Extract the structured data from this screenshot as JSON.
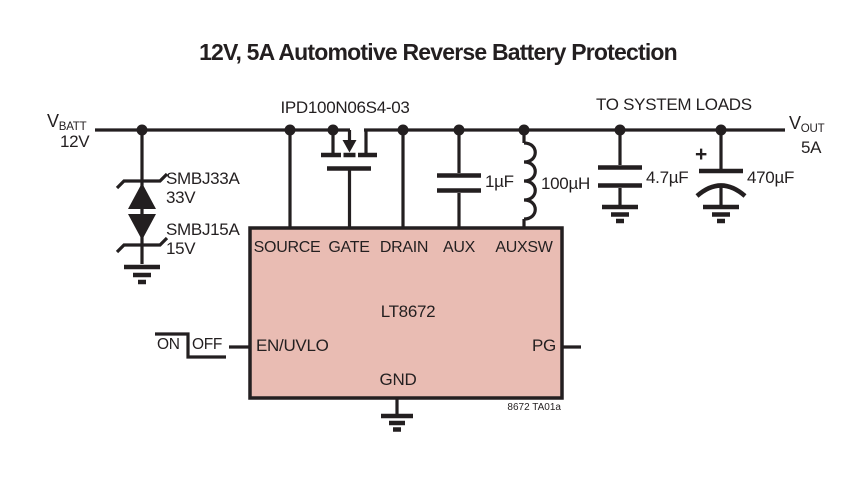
{
  "title": "12V, 5A Automotive Reverse Battery Protection",
  "colors": {
    "line": "#231f20",
    "ic_fill": "#e9bcb3"
  },
  "vbatt": {
    "symbol": "V",
    "sub": "BATT",
    "value": "12V"
  },
  "vout": {
    "symbol": "V",
    "sub": "OUT",
    "value": "5A"
  },
  "loads_label": "TO SYSTEM LOADS",
  "mosfet_part": "IPD100N06S4-03",
  "tvs1": {
    "part": "SMBJ33A",
    "voltage": "33V"
  },
  "tvs2": {
    "part": "SMBJ15A",
    "voltage": "15V"
  },
  "cap_aux": "1µF",
  "inductor": "100µH",
  "cap_out1": "4.7µF",
  "cap_out2": "470µF",
  "cap_out2_plus": "+",
  "ic": {
    "name": "LT8672",
    "top_pins": [
      "SOURCE",
      "GATE",
      "DRAIN",
      "AUX",
      "AUXSW"
    ],
    "left_pin": "EN/UVLO",
    "right_pin": "PG",
    "bottom_pin": "GND"
  },
  "switch": {
    "on": "ON",
    "off": "OFF"
  },
  "note": "8672 TA01a"
}
